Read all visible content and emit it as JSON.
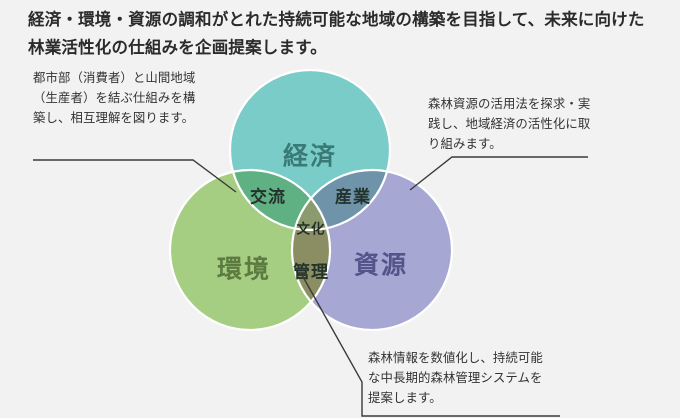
{
  "heading": {
    "text": "経済・環境・資源の調和がとれた持続可能な地域の構築を目指して、未来に向けた林業活性化の仕組みを企画提案します。"
  },
  "notes": {
    "left": {
      "text": "都市部（消費者）と山間地域（生産者）を結ぶ仕組みを構築し、相互理解を図ります。"
    },
    "right": {
      "text": "森林資源の活用法を探求・実践し、地域経済の活性化に取り組みます。"
    },
    "bottom": {
      "text": "森林情報を数値化し、持続可能な中長期的森林管理システムを提案します。"
    }
  },
  "venn": {
    "circles": [
      {
        "id": "keizai",
        "label": "経済",
        "fill": "#7accc8",
        "label_color": "#3a7a76"
      },
      {
        "id": "kankyo",
        "label": "環境",
        "fill": "#a6ce82",
        "label_color": "#5d7a41"
      },
      {
        "id": "shigen",
        "label": "資源",
        "fill": "#a7a7d4",
        "label_color": "#54548a"
      }
    ],
    "intersections": [
      {
        "id": "koryu",
        "label": "交流",
        "fill": "#5fb082"
      },
      {
        "id": "sangyo",
        "label": "産業",
        "fill": "#6f93a8"
      },
      {
        "id": "kanri",
        "label": "管理",
        "fill": "#8a8e62"
      },
      {
        "id": "bunka",
        "label": "文化",
        "fill": "#8a9b6d"
      }
    ],
    "outline_color": "#ffffff",
    "background": "#f2f2f2"
  },
  "leaders": {
    "left_line": "M33,160 L193,160 L236,192",
    "right_line": "M588,157 L452,157 L410,190",
    "bottom_line": "M302,275 L362,382 L362,416 L560,416"
  }
}
